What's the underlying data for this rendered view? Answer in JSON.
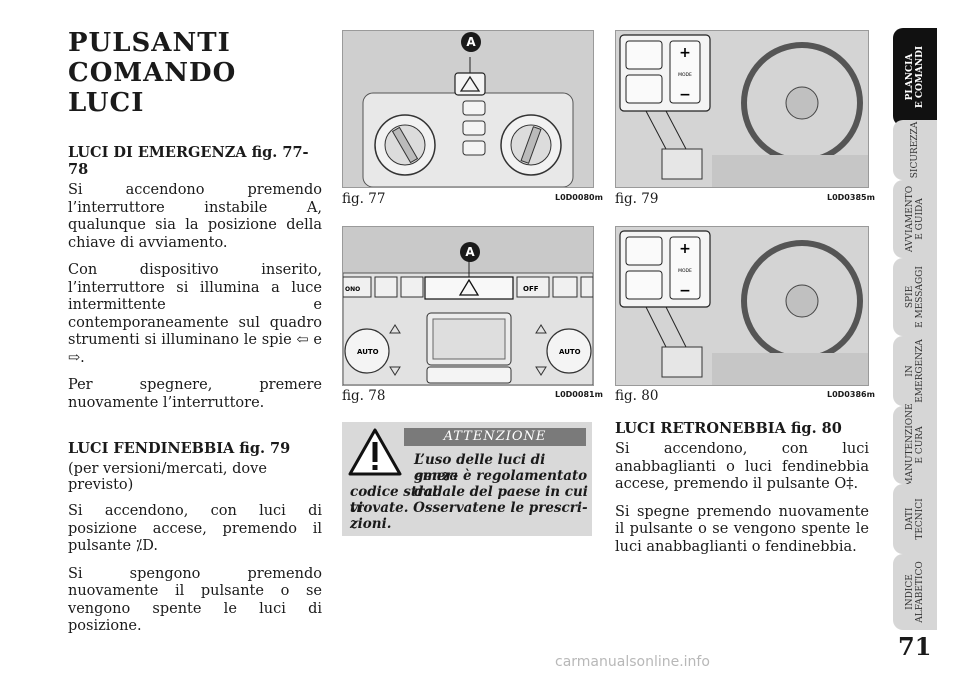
{
  "title_line1": "PULSANTI",
  "title_line2": "COMANDO LUCI",
  "emergency": {
    "heading": "LUCI DI EMERGENZA fig. 77-78",
    "p1": "Si accendono premendo l’interruttore instabile A, qualunque sia la posizione della chiave di avviamento.",
    "p2": "Con dispositivo inserito, l’interruttore si illumina a luce intermittente e contemporaneamente sul quadro strumenti si illuminano le spie ⇦ e ⇨.",
    "p3": "Per spegnere, premere nuovamente l’interruttore."
  },
  "fog": {
    "heading": "LUCI FENDINEBBIA fig. 79",
    "sub": "(per versioni/mercati, dove previsto)",
    "p1": "Si accendono, con luci di posizione accese, premendo il pulsante ⁒D.",
    "p2": "Si spengono premendo nuovamente il pulsante o se vengono spente le luci di posizione."
  },
  "rear": {
    "heading": "LUCI RETRONEBBIA fig. 80",
    "p1": "Si accendono, con luci anabbaglianti o luci fendinebbia accese, premendo il pulsante O‡.",
    "p2": "Si spegne premendo nuovamente il pulsante o se vengono spente le luci anabbaglianti o fendinebbia."
  },
  "figures": {
    "f77": {
      "caption": "fig. 77",
      "code": "L0D0080m",
      "badge": "A"
    },
    "f78": {
      "caption": "fig. 78",
      "code": "L0D0081m",
      "badge": "A",
      "btn_left": "ONO",
      "btn_off": "OFF",
      "auto_left": "AUTO",
      "auto_right": "AUTO"
    },
    "f79": {
      "caption": "fig. 79",
      "code": "L0D0385m",
      "mode": "MODE"
    },
    "f80": {
      "caption": "fig. 80",
      "code": "L0D0386m",
      "mode": "MODE"
    }
  },
  "warning": {
    "tag": "ATTENZIONE",
    "l1": "L’uso delle luci di emer-",
    "l2": "genza è regolamentato dal",
    "l3": "codice stradale del paese in cui vi",
    "l4": "trovate. Osservatene le prescri-",
    "l5": "zioni."
  },
  "tabs": [
    {
      "line1": "PLANCIA",
      "line2": "E COMANDI"
    },
    {
      "line1": "SICUREZZA",
      "line2": ""
    },
    {
      "line1": "AVVIAMENTO",
      "line2": "E GUIDA"
    },
    {
      "line1": "SPIE",
      "line2": "E MESSAGGI"
    },
    {
      "line1": "IN",
      "line2": "EMERGENZA"
    },
    {
      "line1": "MANUTENZIONE",
      "line2": "E CURA"
    },
    {
      "line1": "DATI",
      "line2": "TECNICI"
    },
    {
      "line1": "INDICE",
      "line2": "ALFABETICO"
    }
  ],
  "page_number": "71",
  "watermark": "carmanualsonline.info"
}
